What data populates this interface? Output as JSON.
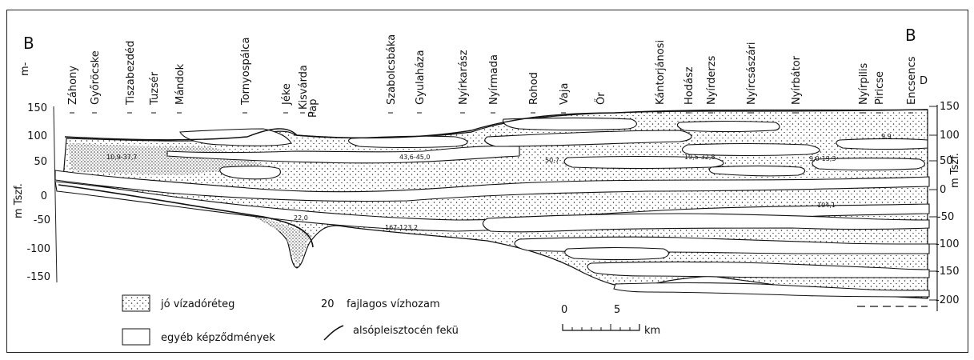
{
  "section": {
    "left_label": "B",
    "right_label": "B",
    "right_top_letter": "D"
  },
  "axis_left": {
    "unit_top": "m-",
    "unit_side": "m Tszf.",
    "ticks": [
      "150",
      "100",
      "50",
      "0",
      "-50",
      "-100",
      "-150"
    ]
  },
  "axis_right": {
    "unit_side": "m Tszf.",
    "ticks": [
      "150",
      "100",
      "50",
      "0",
      "-50",
      "-100",
      "-150",
      "-200"
    ]
  },
  "localities": [
    "Záhony",
    "Győröcske",
    "Tiszabezdéd",
    "Tuzsér",
    "Mándok",
    "Tornyospálca",
    "Jéke",
    "Kisvárda",
    "Pap",
    "Szabolcsbáka",
    "Gyulaháza",
    "Nyírkarász",
    "Nyírmada",
    "Rohod",
    "Vaja",
    "Őr",
    "Kántorjánosi",
    "Hodász",
    "Nyírderzs",
    "Nyírcsászári",
    "Nyírbátor",
    "Nyírpilis",
    "Piricse",
    "Encsencs"
  ],
  "yields": [
    "10,9-37,7",
    "43,6-45,0",
    "50,7",
    "19,5-32,8",
    "9,0-13,3",
    "9,9",
    "22,0",
    "167-123,2",
    "104,1"
  ],
  "legend": {
    "aquifer": "jó vízadóréteg",
    "other": "egyéb képződmények",
    "yield_number": "20",
    "yield_text": "fajlagos vízhozam",
    "basement": "alsópleisztocén fekü"
  },
  "scalebar": {
    "start": "0",
    "mid": "5",
    "unit": "km"
  }
}
